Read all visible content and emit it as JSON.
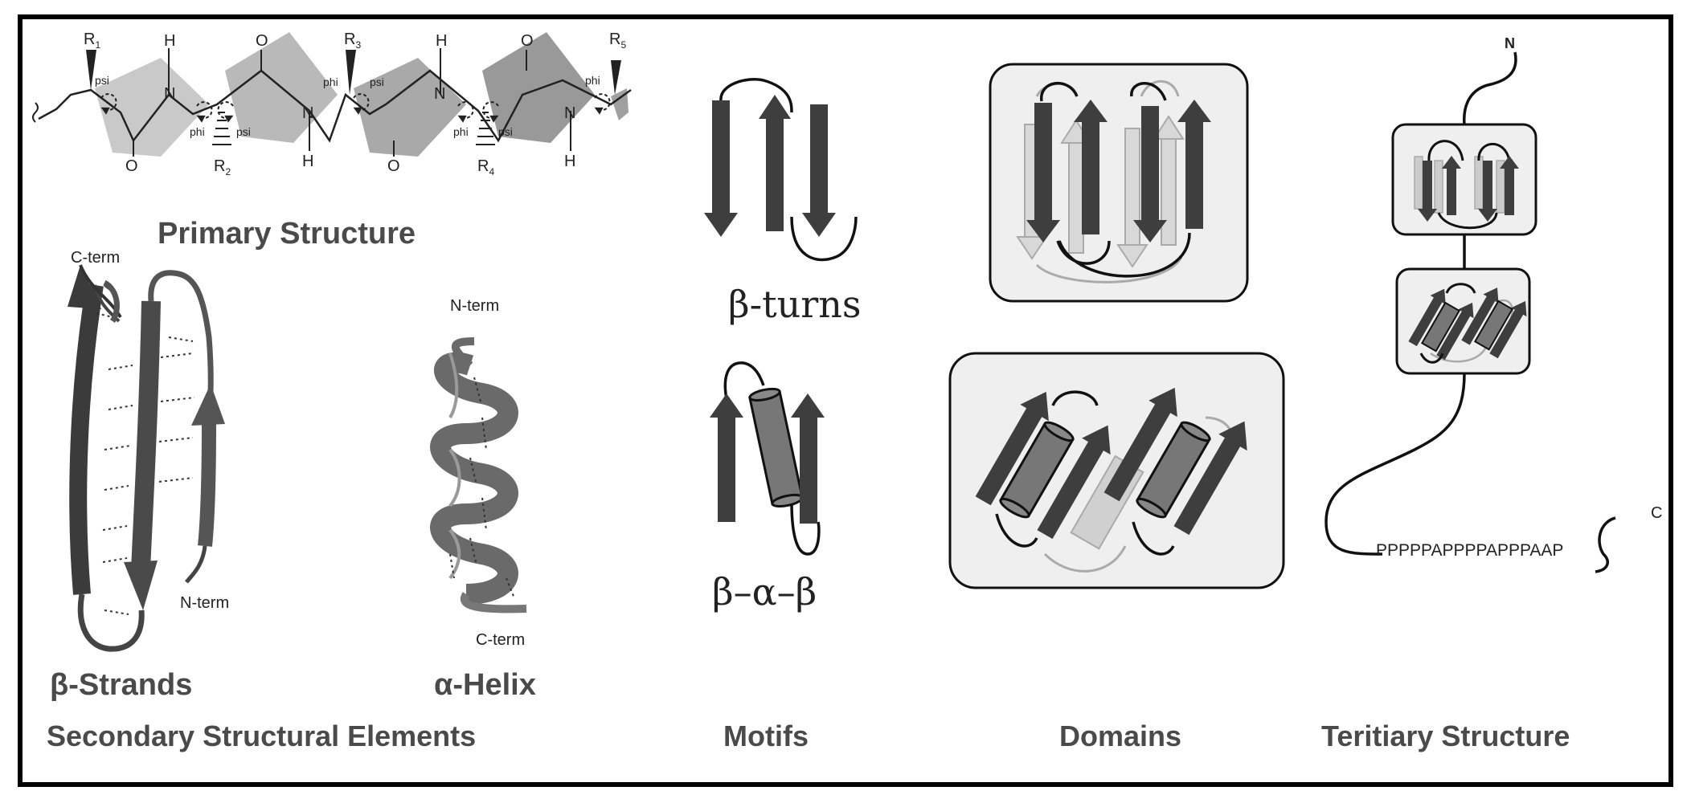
{
  "primary": {
    "title": "Primary Structure",
    "r_groups": [
      "R",
      "R",
      "R",
      "R",
      "R"
    ],
    "r_subs": [
      "1",
      "2",
      "3",
      "4",
      "5"
    ],
    "atom_h": "H",
    "atom_n": "N",
    "atom_o": "O",
    "angle_phi": "phi",
    "angle_psi": "psi"
  },
  "secondary": {
    "section_label": "Secondary Structural Elements",
    "strands_label": "β-Strands",
    "helix_label": "α-Helix",
    "strands_cterm": "C-term",
    "strands_nterm": "N-term",
    "helix_nterm": "N-term",
    "helix_cterm": "C-term"
  },
  "motifs": {
    "section_label": "Motifs",
    "turns_label": "β-turns",
    "bab_label": "β–α–β"
  },
  "domains": {
    "section_label": "Domains"
  },
  "tertiary": {
    "section_label": "Teritiary Structure",
    "n_label": "N",
    "c_label": "C",
    "sequence": "PPPPPAPPPPAPPPAAP"
  },
  "colors": {
    "dark_gray": "#3d3d3d",
    "mid_gray": "#777777",
    "light_gray": "#c8c8c8",
    "box_fill": "#efefef",
    "label_gray": "#4a4a4a"
  }
}
